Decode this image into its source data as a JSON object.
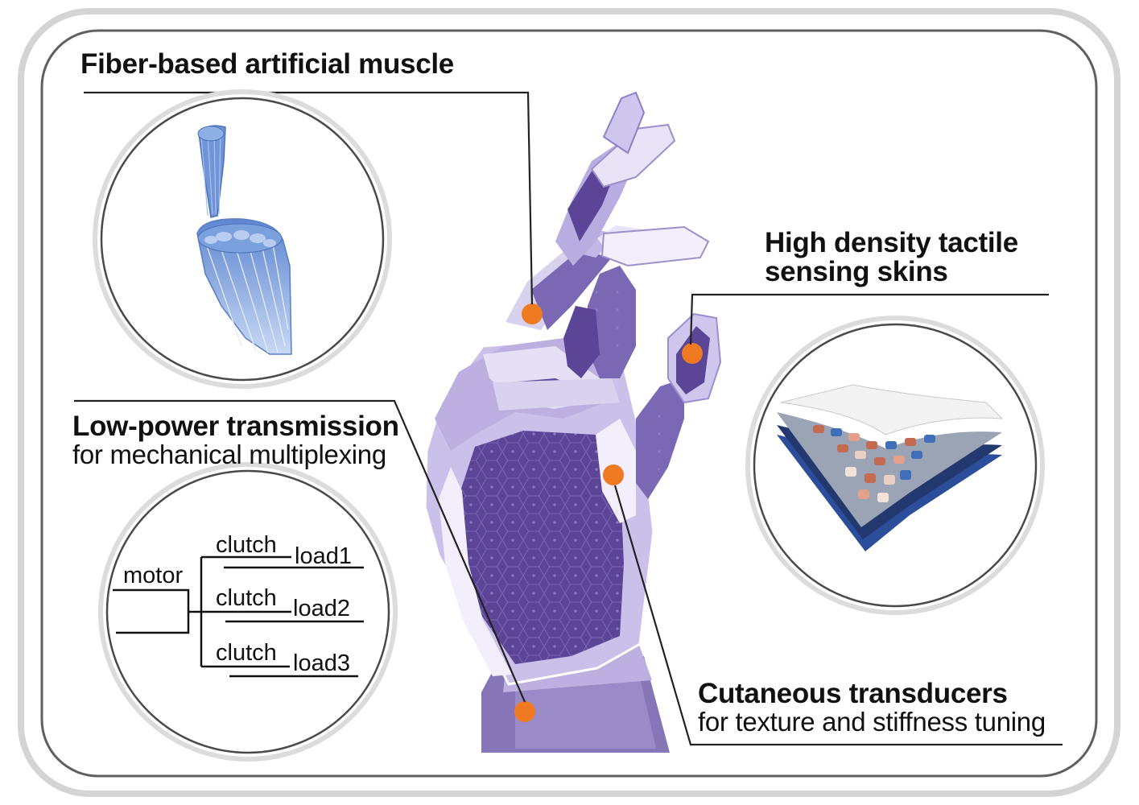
{
  "labels": {
    "muscle_title": "Fiber-based artificial muscle",
    "tactile_line1": "High density tactile",
    "tactile_line2": "sensing skins",
    "transmission_title": "Low-power transmission",
    "transmission_sub": "for mechanical multiplexing",
    "cutaneous_title": "Cutaneous transducers",
    "cutaneous_sub": "for texture and stiffness tuning"
  },
  "transmission_diagram": {
    "motor": "motor",
    "clutch1": "clutch",
    "clutch2": "clutch",
    "clutch3": "clutch",
    "load1": "load1",
    "load2": "load2",
    "load3": "load3"
  },
  "colors": {
    "hand_dark": "#5a4596",
    "hand_mid": "#8a77bf",
    "hand_light": "#d9d2ee",
    "marker": "#f07a22",
    "fiber": "#6f95d8",
    "frame": "#666666"
  }
}
